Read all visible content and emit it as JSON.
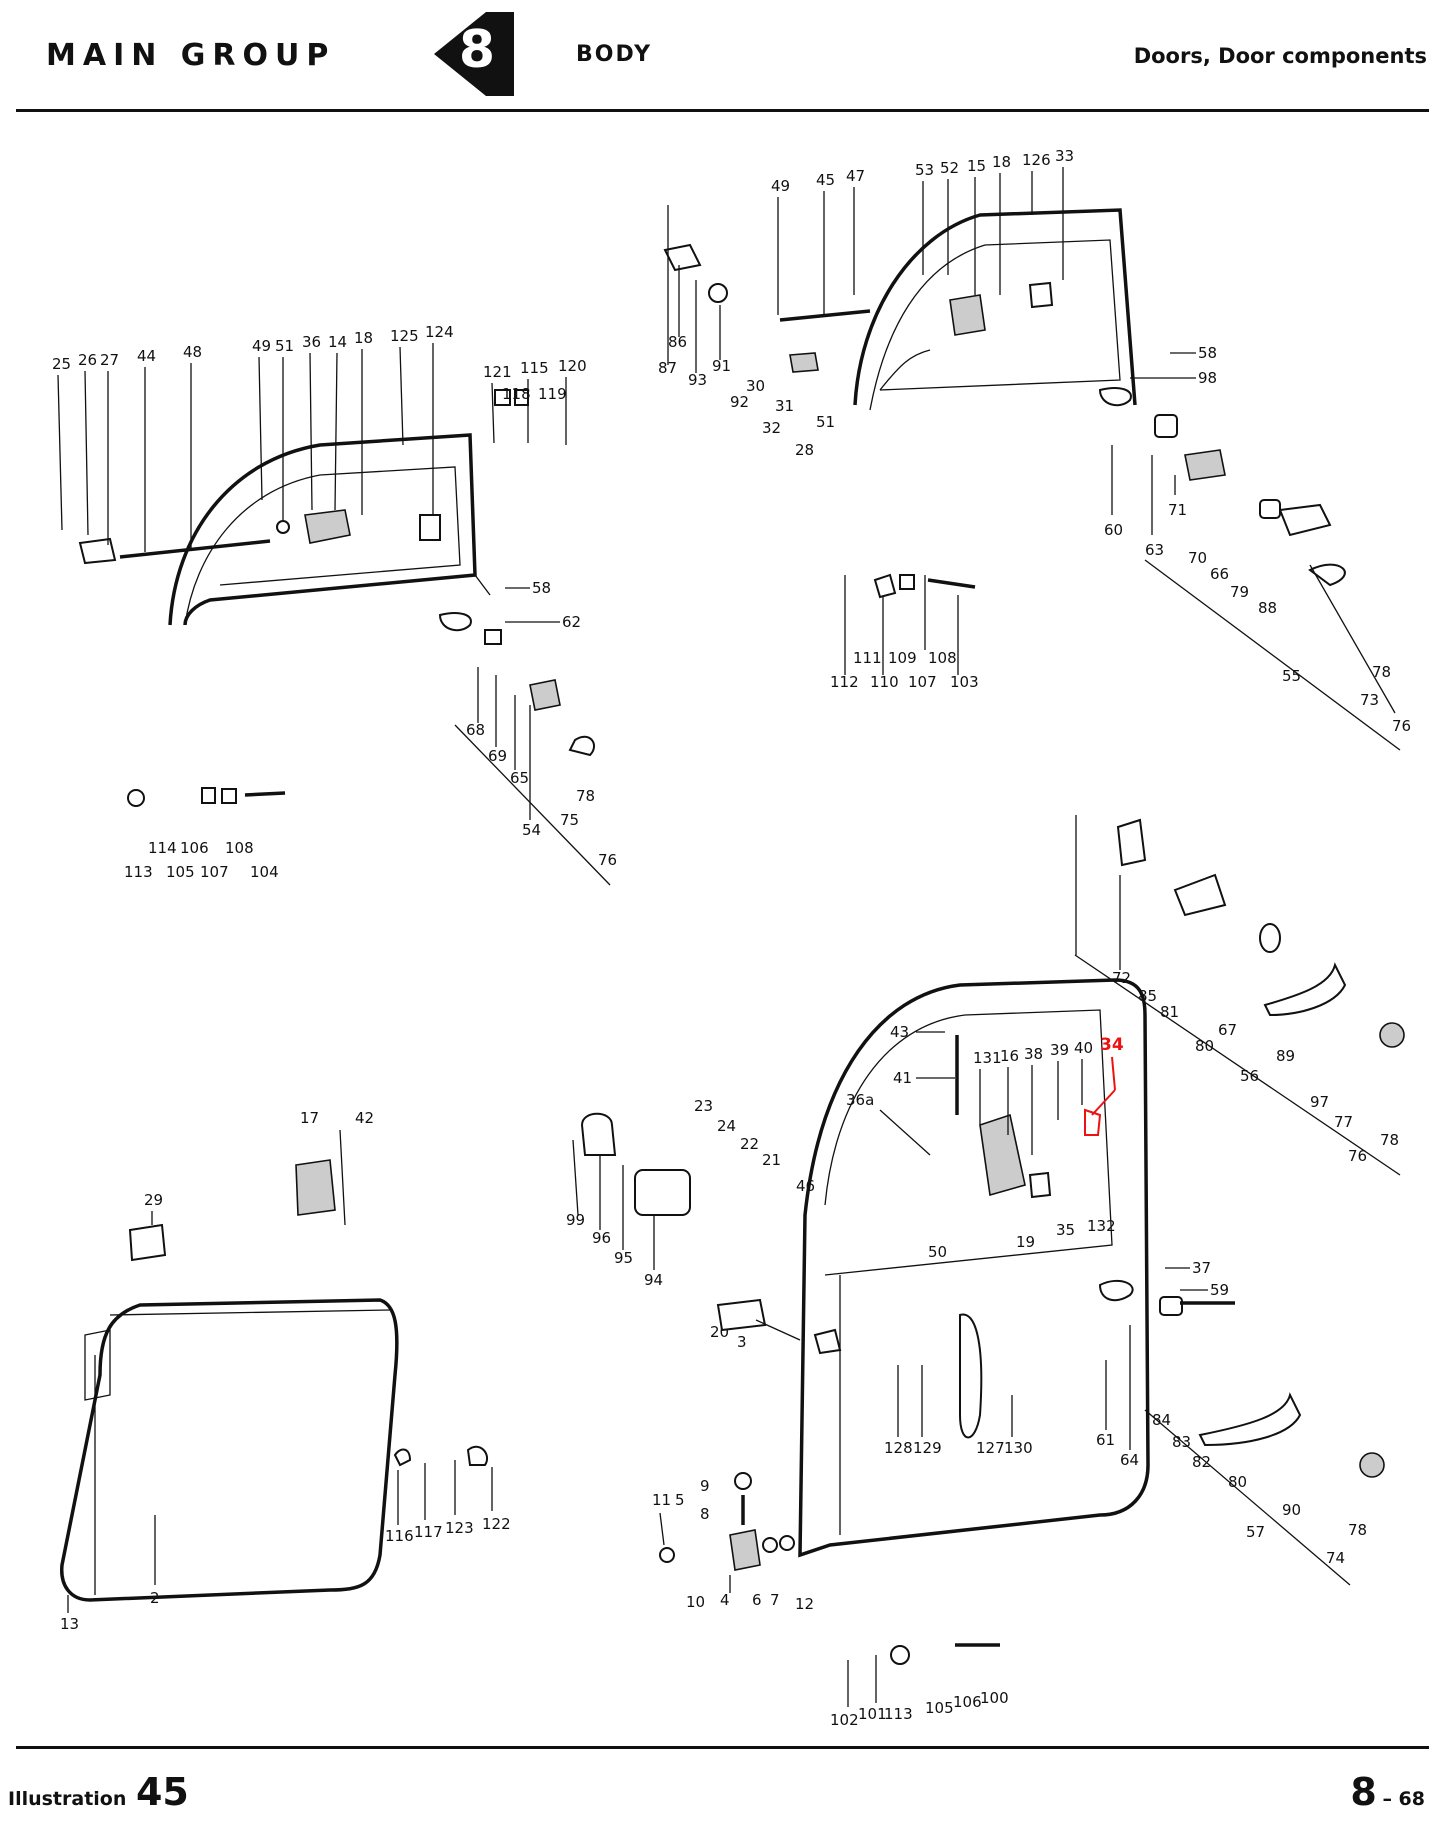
{
  "header": {
    "main_group_label": "MAIN GROUP",
    "group_number": "8",
    "section": "BODY",
    "subsection": "Doors, Door components"
  },
  "footer": {
    "illustration_label": "Illustration",
    "illustration_number": "45",
    "page_major": "8",
    "page_minor": "– 68"
  },
  "highlight": {
    "callout": "34",
    "color": "#e11111"
  },
  "callouts": {
    "c25": "25",
    "c26": "26",
    "c27": "27",
    "c44": "44",
    "c48": "48",
    "c49a": "49",
    "c51a": "51",
    "c36": "36",
    "c14": "14",
    "c18a": "18",
    "c125": "125",
    "c124": "124",
    "c121": "121",
    "c115": "115",
    "c120": "120",
    "c118": "118",
    "c119": "119",
    "c58a": "58",
    "c62": "62",
    "c68": "68",
    "c69": "69",
    "c65": "65",
    "c54": "54",
    "c75a": "75",
    "c78a": "78",
    "c76a": "76",
    "c113a": "113",
    "c114": "114",
    "c105a": "105",
    "c106a": "106",
    "c107a": "107",
    "c108a": "108",
    "c104": "104",
    "c87": "87",
    "c86": "86",
    "c93": "93",
    "c91": "91",
    "c92": "92",
    "c30": "30",
    "c31": "31",
    "c32": "32",
    "c49b": "49",
    "c45": "45",
    "c47": "47",
    "c28": "28",
    "c51b": "51",
    "c53": "53",
    "c52": "52",
    "c15": "15",
    "c18b": "18",
    "c126": "126",
    "c33": "33",
    "c58b": "58",
    "c98": "98",
    "c60": "60",
    "c63": "63",
    "c71": "71",
    "c70": "70",
    "c66": "66",
    "c79": "79",
    "c88": "88",
    "c55": "55",
    "c73": "73",
    "c78b": "78",
    "c76b": "76",
    "c112": "112",
    "c111": "111",
    "c110": "110",
    "c109": "109",
    "c107b": "107",
    "c108b": "108",
    "c103": "103",
    "c72": "72",
    "c85": "85",
    "c81": "81",
    "c80a": "80",
    "c67": "67",
    "c89": "89",
    "c56": "56",
    "c97": "97",
    "c77": "77",
    "c76c": "76",
    "c78c": "78",
    "c43": "43",
    "c41": "41",
    "c131": "131",
    "c16": "16",
    "c38": "38",
    "c39": "39",
    "c40": "40",
    "c36a": "36a",
    "c35": "35",
    "c132": "132",
    "c19": "19",
    "c50": "50",
    "c99": "99",
    "c96": "96",
    "c95": "95",
    "c94": "94",
    "c23": "23",
    "c24": "24",
    "c22": "22",
    "c21": "21",
    "c46": "46",
    "c20": "20",
    "c3": "3",
    "c37": "37",
    "c59": "59",
    "c61": "61",
    "c64": "64",
    "c84": "84",
    "c83": "83",
    "c82": "82",
    "c80b": "80",
    "c57": "57",
    "c90": "90",
    "c78d": "78",
    "c74": "74",
    "c128": "128",
    "c129": "129",
    "c127": "127",
    "c130": "130",
    "c11": "11",
    "c5": "5",
    "c9": "9",
    "c8": "8",
    "c10": "10",
    "c4": "4",
    "c6": "6",
    "c7": "7",
    "c12": "12",
    "c102": "102",
    "c101": "101",
    "c113b": "113",
    "c105b": "105",
    "c106b": "106",
    "c100": "100",
    "c29": "29",
    "c17": "17",
    "c42": "42",
    "c13": "13",
    "c2": "2",
    "c116": "116",
    "c117": "117",
    "c123": "123",
    "c122": "122"
  }
}
